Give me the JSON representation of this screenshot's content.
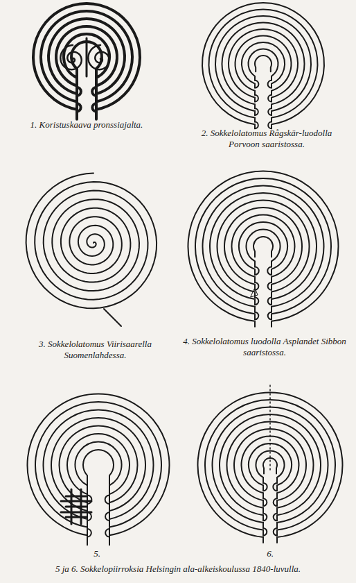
{
  "diagram": {
    "caption": "5 ja 6. Sokkelopiirroksia Helsingin ala-alkeiskoulussa 1840-luvulla.",
    "labels": [
      "1. Koristuskaava pronssiajalta.",
      "2. Sokkelolatomus Rågskär-luodolla Porvoon saaristossa.",
      "3. Sokkelolatomus Viirisaarella Suomenlahdessa.",
      "4. Sokkelolatomus luodolla Asplandet Sibbon saaristossa.",
      "5.",
      "6."
    ]
  }
}
